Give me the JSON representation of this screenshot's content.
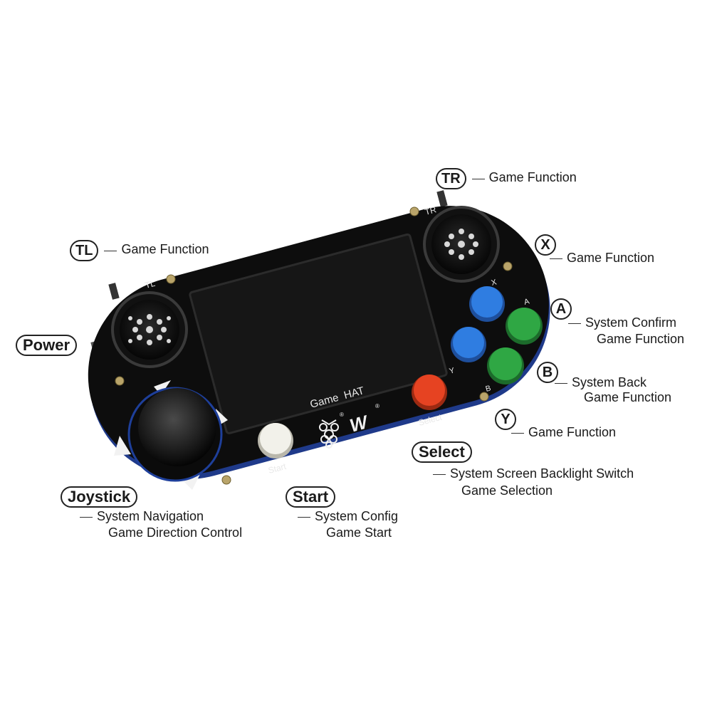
{
  "device": {
    "model_label": "Game  HAT",
    "tl_label": "TL",
    "tr_label": "TR",
    "x_label": "X",
    "a_label": "A",
    "y_label": "Y",
    "b_label": "B",
    "start_label": "Start",
    "select_label": "Select",
    "logo_text": "W",
    "registered_mark": "®"
  },
  "colors": {
    "board": "#0d0d0d",
    "screen": "#161616",
    "button_blue": "#2f7de1",
    "button_green": "#2fa744",
    "button_red": "#e64322",
    "button_white": "#f2f1ea"
  },
  "callouts": {
    "tr": {
      "tag": "TR",
      "line1": "Game Function"
    },
    "tl": {
      "tag": "TL",
      "line1": "Game Function"
    },
    "x": {
      "tag": "X",
      "line1": "Game Function"
    },
    "a": {
      "tag": "A",
      "line1": "System Confirm",
      "line2": "Game Function"
    },
    "power": {
      "tag": "Power"
    },
    "b": {
      "tag": "B",
      "line1": "System Back",
      "line2": "Game Function"
    },
    "y": {
      "tag": "Y",
      "line1": "Game Function"
    },
    "select": {
      "tag": "Select",
      "line1": "System Screen Backlight Switch",
      "line2": "Game Selection"
    },
    "joystick": {
      "tag": "Joystick",
      "line1": "System Navigation",
      "line2": "Game Direction Control"
    },
    "start": {
      "tag": "Start",
      "line1": "System Config",
      "line2": "Game Start"
    }
  }
}
